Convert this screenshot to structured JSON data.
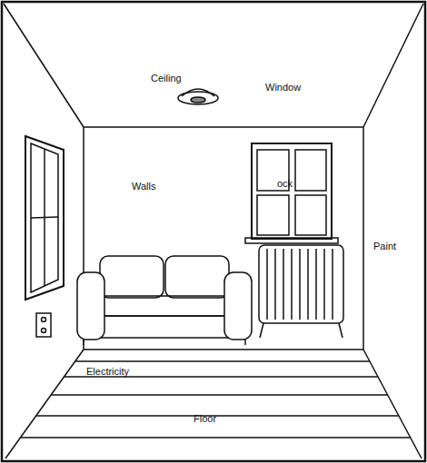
{
  "diagram": {
    "labels": [
      "Ceiling",
      "Window",
      "Walls",
      "ock",
      "Paint",
      "Electricity",
      "Floor"
    ]
  }
}
